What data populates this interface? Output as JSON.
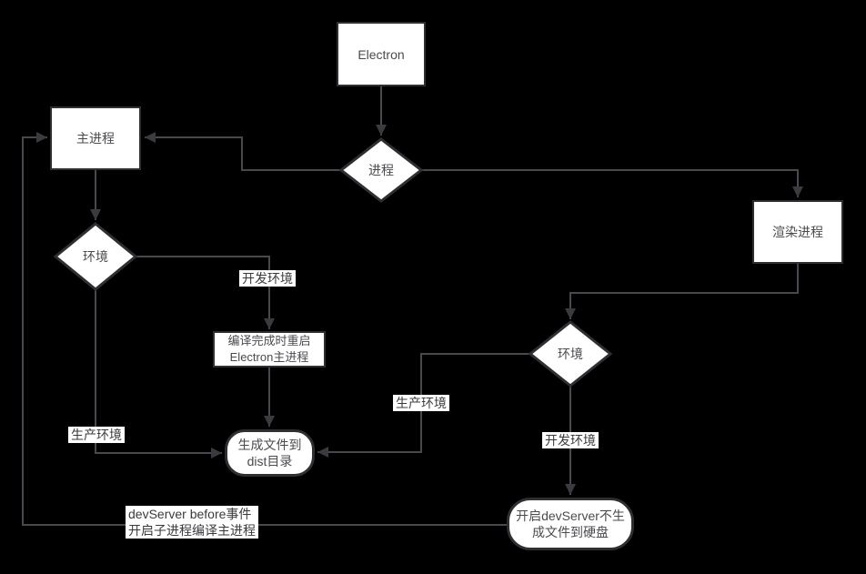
{
  "colors": {
    "background": "#000000",
    "node_fill": "#ffffff",
    "node_border": "#2e2f32",
    "edge_line": "#48494d",
    "arrowhead": "#3a3b3e",
    "node_text": "#4a4b4f",
    "edge_label_text": "#3a3b3e",
    "edge_label_bg": "#ffffff"
  },
  "nodes": {
    "electron": {
      "label": "Electron"
    },
    "process_decision": {
      "label": "进程"
    },
    "main_process": {
      "label": "主进程"
    },
    "env_left": {
      "label": "环境"
    },
    "render_process": {
      "label": "渲染进程"
    },
    "env_right": {
      "label": "环境"
    },
    "recompile_restart": {
      "line1": "编译完成时重启",
      "line2": "Electron主进程"
    },
    "dist_output": {
      "line1": "生成文件到",
      "line2": "dist目录"
    },
    "dev_server": {
      "line1": "开启devServer不生",
      "line2": "成文件到硬盘"
    }
  },
  "edge_labels": {
    "dev_env_left": "开发环境",
    "prod_env_left": "生产环境",
    "prod_env_right": "生产环境",
    "dev_env_right": "开发环境",
    "dev_server_before": {
      "line1": "devServer before事件",
      "line2": "开启子进程编译主进程"
    }
  }
}
